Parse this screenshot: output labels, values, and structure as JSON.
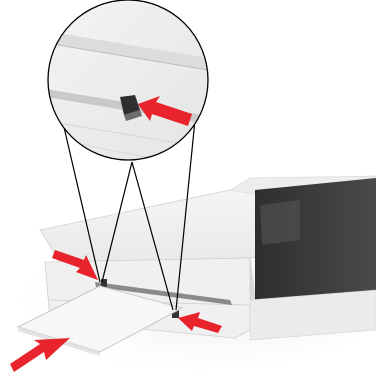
{
  "figure": {
    "kind": "printer-illustration",
    "subject": "manual-feeder-paper-guides",
    "icons": [
      "printer-body",
      "paper-sheet",
      "zoom-callout",
      "arrow"
    ],
    "colors": {
      "arrow_red": "#e8232b",
      "printer_light": "#eeeeee",
      "printer_side": "#dcdcdc",
      "printer_dark": "#3a3a3a",
      "outline": "#000000",
      "floor_shadow": "#ececec"
    }
  }
}
